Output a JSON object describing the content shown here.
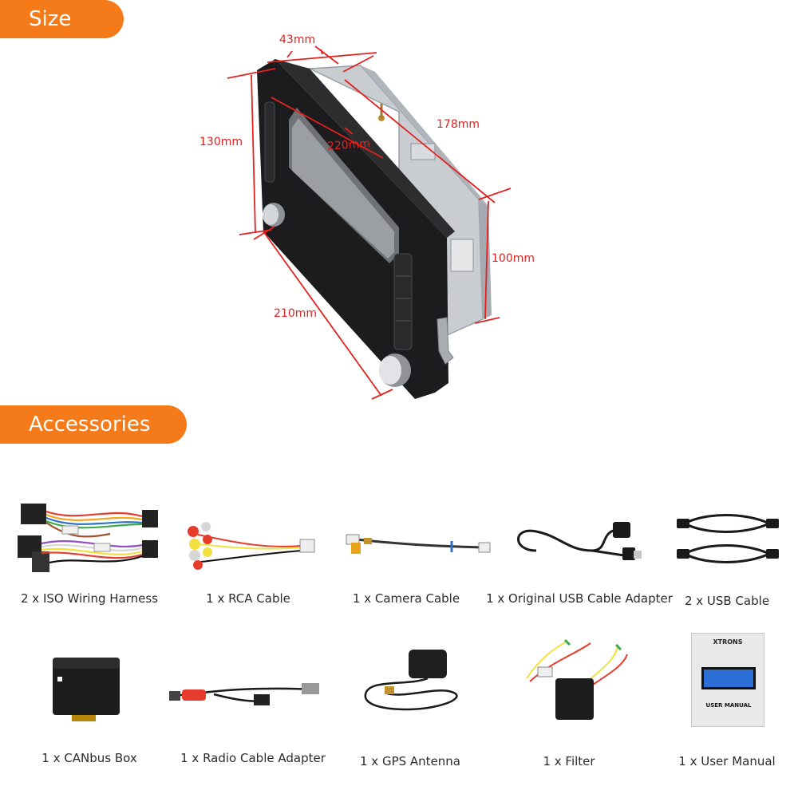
{
  "sections": {
    "size": "Size",
    "accessories": "Accessories"
  },
  "dimensions": {
    "depth": "43mm",
    "top_width": "178mm",
    "height_left": "130mm",
    "diagonal": "220mm",
    "height_right": "100mm",
    "bottom_width": "210mm"
  },
  "accessories": [
    {
      "label": "2 x ISO Wiring Harness"
    },
    {
      "label": "1 x RCA Cable"
    },
    {
      "label": "1 x Camera Cable"
    },
    {
      "label": "1 x Original USB Cable Adapter"
    },
    {
      "label": "2 x USB Cable"
    },
    {
      "label": "1 x CANbus Box"
    },
    {
      "label": "1 x Radio Cable Adapter"
    },
    {
      "label": "1 x GPS Antenna"
    },
    {
      "label": "1 x Filter"
    },
    {
      "label": "1 x User Manual"
    }
  ],
  "manual": {
    "brand": "XTRONS",
    "title": "USER MANUAL"
  },
  "colors": {
    "accent": "#f57a1a",
    "dimension": "#e1221f"
  }
}
